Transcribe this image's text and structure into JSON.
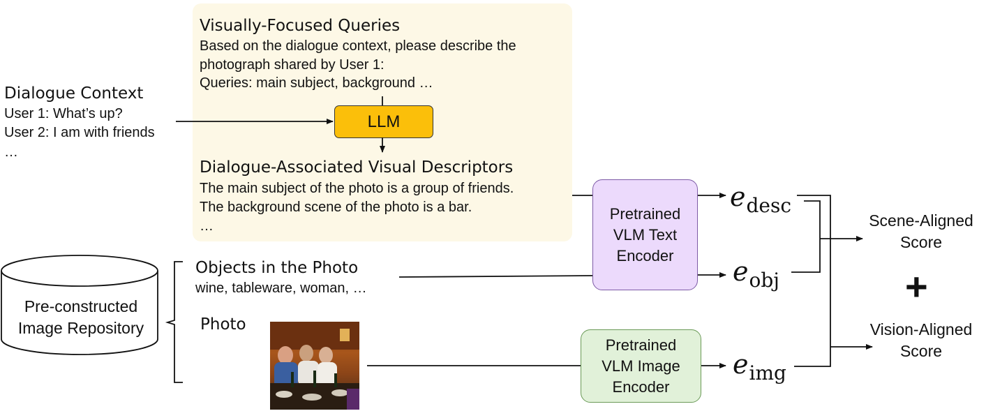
{
  "dialogue_context": {
    "title": "Dialogue Context",
    "lines": [
      "User 1: What’s up?",
      "User 2: I am with friends",
      "…"
    ]
  },
  "queries": {
    "title": "Visually-Focused Queries",
    "lines": [
      "Based on the dialogue context, please describe the",
      "photograph shared by User 1:",
      "Queries: main subject, background …"
    ]
  },
  "llm": {
    "label": "LLM"
  },
  "descriptors": {
    "title": "Dialogue-Associated Visual Descriptors",
    "lines": [
      "The main subject of the photo is a group of friends.",
      "The background scene of the photo is a bar.",
      "…"
    ]
  },
  "repository": {
    "label": "Pre-constructed Image Repository"
  },
  "objects": {
    "title": "Objects in the Photo",
    "items": "wine, tableware, woman, …"
  },
  "photo": {
    "label": "Photo"
  },
  "text_encoder": {
    "label": "Pretrained VLM Text Encoder"
  },
  "image_encoder": {
    "label": "Pretrained VLM Image Encoder"
  },
  "embeddings": {
    "desc": {
      "base": "e",
      "sub": "desc"
    },
    "obj": {
      "base": "e",
      "sub": "obj"
    },
    "img": {
      "base": "e",
      "sub": "img"
    }
  },
  "scores": {
    "scene": "Scene-Aligned Score",
    "plus": "+",
    "vision": "Vision-Aligned Score"
  },
  "colors": {
    "panel": "#fdf8e6",
    "llm": "#fbbf0a",
    "text_encoder": "#ecdafc",
    "image_encoder": "#e1f1d9"
  }
}
